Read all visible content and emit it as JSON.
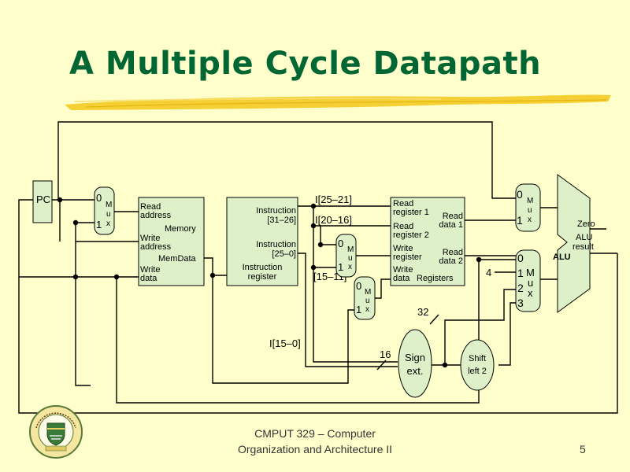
{
  "slide": {
    "title": "A Multiple Cycle Datapath",
    "footer_line1": "CMPUT 329 – Computer",
    "footer_line2": "Organization and Architecture II",
    "page_number": "5"
  },
  "logo": {
    "seal_text": "UNIVERSITY OF ALBERTA",
    "motto": "QUAECUMQUE VERA"
  },
  "diagram": {
    "pc": "PC",
    "mux1": {
      "in0": "0",
      "in1": "1",
      "name": [
        "M",
        "u",
        "x"
      ]
    },
    "memory": {
      "read_address": [
        "Read",
        "address"
      ],
      "name": "Memory",
      "write_address": [
        "Write",
        "address"
      ],
      "memdata": "MemData",
      "write_data": [
        "Write",
        "data"
      ]
    },
    "ir": {
      "instr_31_26": [
        "Instruction",
        "[31–26]"
      ],
      "instr_25_0": [
        "Instruction",
        "[25–0]"
      ],
      "name": [
        "Instruction",
        "register"
      ]
    },
    "labels": {
      "i25_21": "I[25–21]",
      "i20_16": "I[20–16]",
      "i15_11": "[15–11]",
      "i15_0": "I[15–0]",
      "width16": "16",
      "width32": "32",
      "four": "4"
    },
    "mux2": {
      "in0": "0",
      "in1": "1",
      "name": [
        "M",
        "u",
        "x"
      ]
    },
    "mux3": {
      "in0": "0",
      "in1": "1",
      "name": [
        "M",
        "u",
        "x"
      ]
    },
    "registers": {
      "read_reg1": [
        "Read",
        "register 1"
      ],
      "read_reg2": [
        "Read",
        "register 2"
      ],
      "write_reg": [
        "Write",
        "register"
      ],
      "write_data": [
        "Write",
        "data"
      ],
      "name": "Registers",
      "read_data1": [
        "Read",
        "data 1"
      ],
      "read_data2": [
        "Read",
        "data 2"
      ]
    },
    "sign_ext": [
      "Sign",
      "ext."
    ],
    "shift_left2": [
      "Shift",
      "left 2"
    ],
    "muxA": {
      "in0": "0",
      "in1": "1",
      "name": [
        "M",
        "u",
        "x"
      ]
    },
    "muxB": {
      "in0": "0",
      "in1": "1",
      "in2": "2",
      "in3": "3",
      "name": [
        "M",
        "u",
        "x"
      ]
    },
    "alu": {
      "name": "ALU",
      "zero": "Zero",
      "result": [
        "ALU",
        "result"
      ]
    }
  }
}
